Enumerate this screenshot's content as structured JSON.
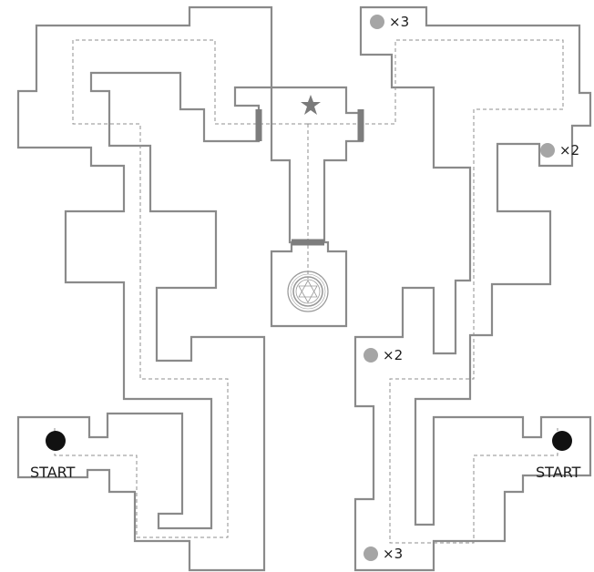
{
  "board": {
    "start_left": "START",
    "start_right": "START",
    "goal_icon": "star-icon",
    "center_icon": "hexagram-seal-icon"
  },
  "pickups": [
    {
      "id": "top-right",
      "count": "×3"
    },
    {
      "id": "right-upper",
      "count": "×2"
    },
    {
      "id": "center-right",
      "count": "×2"
    },
    {
      "id": "bottom-right",
      "count": "×3"
    }
  ],
  "colors": {
    "wall": "#8a8a8a",
    "path": "#8f8f8f",
    "door": "#7d7d7d",
    "start_marker": "#111111",
    "pickup": "#a5a5a5",
    "goal": "#7a7a7a"
  }
}
